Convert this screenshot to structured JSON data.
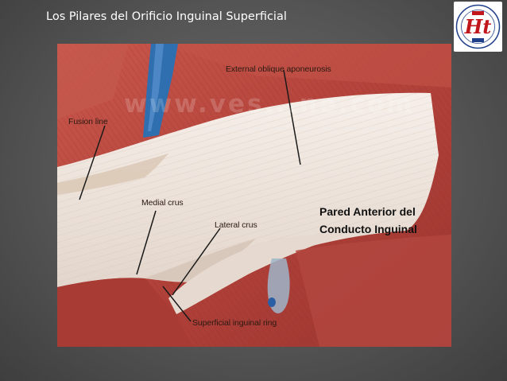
{
  "slide": {
    "title": "Los Pilares del Orificio Inguinal Superficial"
  },
  "logo": {
    "icon": "hospital-logo-icon",
    "text": "Ht"
  },
  "figure": {
    "watermark": "www.ves...ne.com",
    "labels": {
      "external_oblique": "External oblique aponeurosis",
      "fusion_line": "Fusion line",
      "medial_crus": "Medial crus",
      "lateral_crus": "Lateral crus",
      "superficial_ring": "Superficial inguinal ring"
    },
    "callout": {
      "line1": "Pared Anterior del",
      "line2": "Conducto Inguinal"
    }
  },
  "colors": {
    "background": "#555555",
    "title_text": "#ffffff",
    "muscle": "#b8473e",
    "aponeurosis": "#efe6df",
    "vessel": "#2f6fb0",
    "logo_red": "#c0161c",
    "logo_blue": "#1f3f8a"
  }
}
